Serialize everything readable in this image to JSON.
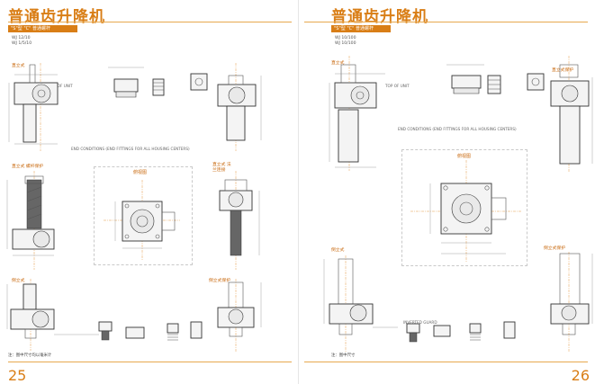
{
  "left_page": {
    "title": "普通齿升降机",
    "banner": "\"S\"型 \"C\" 普通螺杆",
    "models": [
      "WJ 12/10",
      "WJ 1/5/10"
    ],
    "views": {
      "upright": "直立式",
      "upright_with_guard": "直立式 螺杆保护",
      "top_view": "俯视图",
      "upright_flange": "直立式 法兰连接",
      "inverted": "倒立式",
      "inverted_guard": "倒立式保护"
    },
    "notes": {
      "end_conditions": "END CONDITIONS (END FITTINGS FOR ALL HOUSING CENTERS)",
      "top_of_unit": "TOP OF UNIT"
    },
    "footer": "注：图中尺寸均以毫米计",
    "page_number": "25"
  },
  "right_page": {
    "title": "普通齿升降机",
    "banner": "\"S\"型 \"C\" 普通螺杆",
    "models": [
      "WJ 10/100",
      "WJ 10/100"
    ],
    "views": {
      "upright": "直立式",
      "upright_guard": "直立式保护",
      "top_view": "俯视图",
      "inverted": "倒立式",
      "inverted_guard": "倒立式保护"
    },
    "notes": {
      "end_conditions": "END CONDITIONS (END FITTINGS FOR ALL HOUSING CENTERS)",
      "top_of_unit": "TOP OF UNIT",
      "inverted_guard": "INVERTED GUARD"
    },
    "footer": "注：图中尺寸",
    "page_number": "26"
  },
  "colors": {
    "accent": "#d97e16",
    "line": "#333333"
  }
}
